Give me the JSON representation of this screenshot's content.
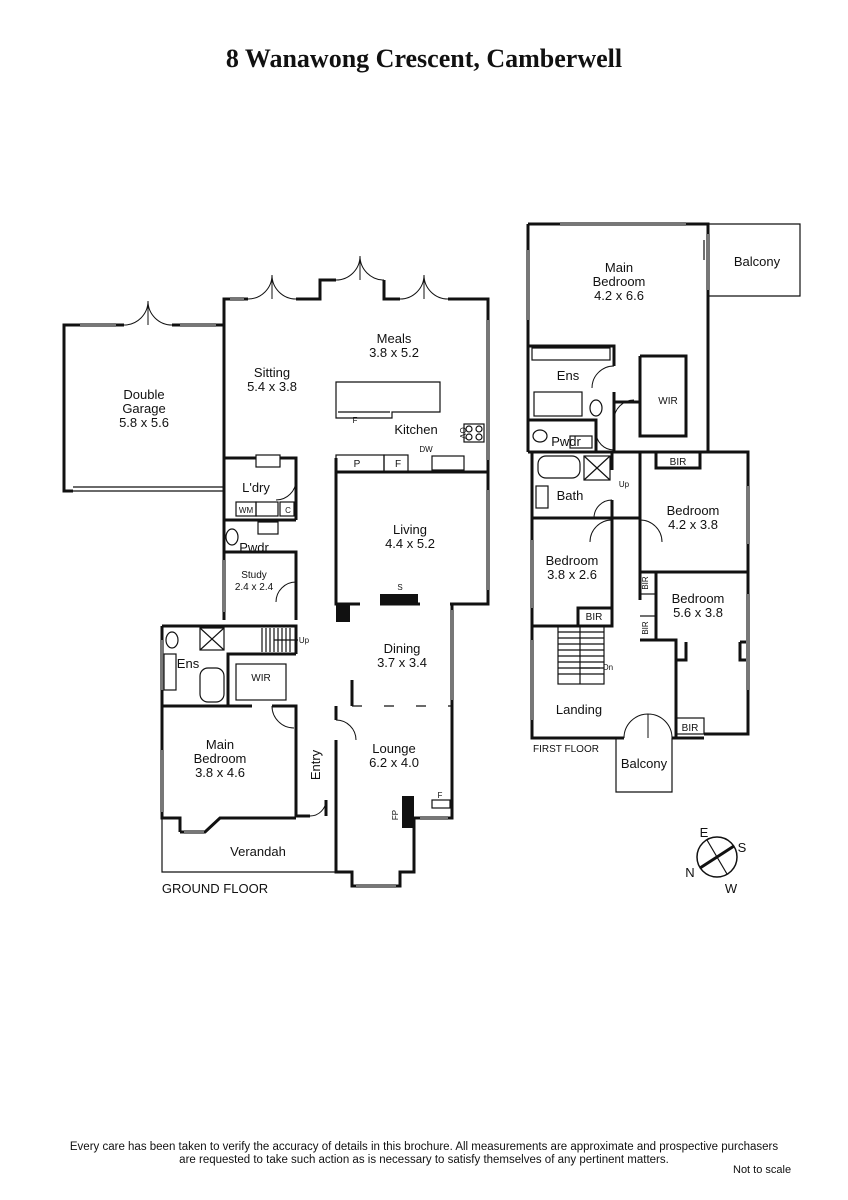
{
  "title": "8 Wanawong Crescent, Camberwell",
  "floors": {
    "ground": "GROUND FLOOR",
    "first": "FIRST FLOOR"
  },
  "rooms": {
    "garage": {
      "name": "Double\nGarage",
      "dims": "5.8 x 5.6"
    },
    "sitting": {
      "name": "Sitting",
      "dims": "5.4 x 3.8"
    },
    "meals": {
      "name": "Meals",
      "dims": "3.8 x 5.2"
    },
    "kitchen": {
      "name": "Kitchen"
    },
    "laundry": {
      "name": "L'dry"
    },
    "pwdr_ground": {
      "name": "Pwdr"
    },
    "study": {
      "name": "Study",
      "dims": "2.4 x 2.4"
    },
    "living": {
      "name": "Living",
      "dims": "4.4 x 5.2"
    },
    "ens_ground": {
      "name": "Ens"
    },
    "wir_ground": {
      "name": "WIR"
    },
    "dining": {
      "name": "Dining",
      "dims": "3.7 x 3.4"
    },
    "main_bed_ground": {
      "name": "Main\nBedroom",
      "dims": "3.8 x 4.6"
    },
    "entry": {
      "name": "Entry"
    },
    "lounge": {
      "name": "Lounge",
      "dims": "6.2 x 4.0"
    },
    "verandah": {
      "name": "Verandah"
    },
    "main_bed_first": {
      "name": "Main\nBedroom",
      "dims": "4.2 x 6.6"
    },
    "balcony_top": {
      "name": "Balcony"
    },
    "ens_first": {
      "name": "Ens"
    },
    "wir_first": {
      "name": "WIR"
    },
    "pwdr_first": {
      "name": "Pwdr"
    },
    "bath": {
      "name": "Bath"
    },
    "bed_a": {
      "name": "Bedroom",
      "dims": "4.2 x 3.8"
    },
    "bed_b": {
      "name": "Bedroom",
      "dims": "3.8 x 2.6"
    },
    "bed_c": {
      "name": "Bedroom",
      "dims": "5.6 x 3.8"
    },
    "landing": {
      "name": "Landing"
    },
    "balcony_bottom": {
      "name": "Balcony"
    }
  },
  "fixtures": {
    "bir": "BIR",
    "up": "Up",
    "dn": "Dn",
    "p": "P",
    "f": "F",
    "dw": "DW",
    "ov": "OV",
    "wm": "WM",
    "c": "C",
    "s": "S",
    "fp": "FP"
  },
  "compass": {
    "e": "E",
    "s": "S",
    "n": "N",
    "w": "W"
  },
  "footer": {
    "disclaimer_line1": "Every care has been taken to verify the accuracy of details in this brochure.  All measurements are approximate and prospective purchasers",
    "disclaimer_line2": "are requested to take such action as is necessary to satisfy themselves of any pertinent matters.",
    "not_to_scale": "Not to scale"
  }
}
